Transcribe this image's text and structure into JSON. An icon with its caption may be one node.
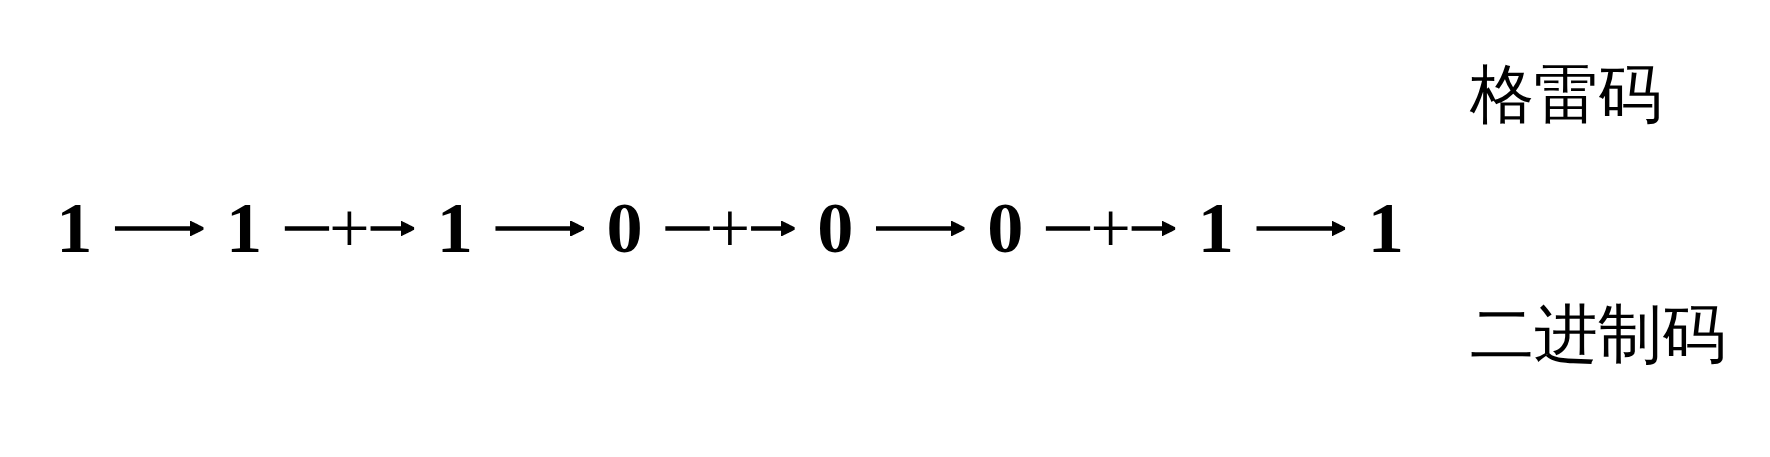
{
  "diagram": {
    "nodes": [
      {
        "text": [
          "1"
        ]
      },
      {
        "text": [
          "1"
        ]
      },
      {
        "text": [
          "0"
        ]
      },
      {
        "text": [
          "1"
        ]
      },
      {
        "text": [
          "1"
        ]
      },
      {
        "text": [
          "0"
        ]
      },
      {
        "text": [
          "0"
        ]
      },
      {
        "text": [
          "1"
        ]
      }
    ],
    "edges": [
      {
        "from": 0,
        "to": 4,
        "arrow": "to"
      },
      {
        "from": 4,
        "to": 1,
        "label": "+",
        "arrow": "to"
      },
      {
        "from": 1,
        "to": 5,
        "arrow": "to"
      },
      {
        "from": 5,
        "to": 2,
        "label": "+",
        "arrow": "to"
      },
      {
        "from": 2,
        "to": 6,
        "arrow": "to"
      },
      {
        "from": 6,
        "to": 3,
        "label": "+",
        "arrow": "to"
      },
      {
        "from": 3,
        "to": 7,
        "arrow": "to"
      }
    ],
    "labels": [
      "格雷码",
      "二进制码"
    ]
  }
}
